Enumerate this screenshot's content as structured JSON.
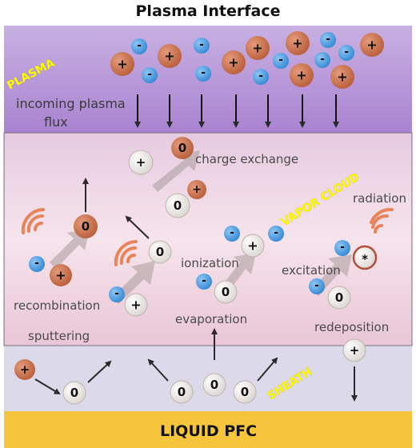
{
  "title": "Plasma Interface",
  "zones": {
    "plasma": "PLASMA",
    "vapor_cloud": "VAPOR CLOUD",
    "sheath": "SHEATH",
    "liquid_pfc": "LIQUID PFC"
  },
  "labels": {
    "incoming_flux_line1": "incoming plasma",
    "incoming_flux_line2": "flux",
    "charge_exchange": "charge exchange",
    "radiation": "radiation",
    "ionization": "ionization",
    "excitation": "excitation",
    "recombination": "recombination",
    "evaporation": "evaporation",
    "sputtering": "sputtering",
    "redeposition": "redeposition"
  },
  "symbols": {
    "ion": "+",
    "electron": "-",
    "neutral": "0",
    "excited": "*"
  },
  "colors": {
    "plasma_bg": "#ba9fd6",
    "vapor_bg": "#f1dce6",
    "sheath_bg": "#dedbea",
    "pfc_bg": "#f6c53c",
    "ion": "#c8704c",
    "electron": "#4b9be2",
    "neutral": "#e6e1dc",
    "zone_text": "#ffff00"
  }
}
